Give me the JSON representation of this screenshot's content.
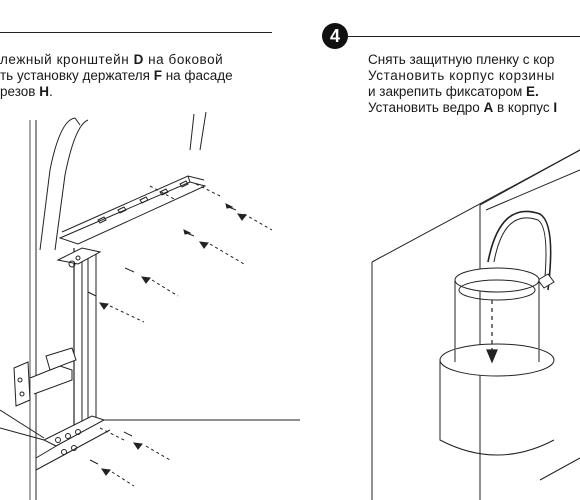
{
  "step_left": {
    "line1_pre": "лежный кронштейн ",
    "line1_b": "D",
    "line1_post": " на боковой",
    "line2_pre": "ть установку держателя ",
    "line2_b": "F",
    "line2_post": " на фасаде",
    "line3_pre": "резов ",
    "line3_b": "H",
    "line3_post": "."
  },
  "step_right": {
    "number": "4",
    "line1": "Снять защитную пленку с кор",
    "line2": "Установить корпус корзины",
    "line3_pre": "и закрепить фиксатором ",
    "line3_b": "E.",
    "line4_pre": "Установить ведро ",
    "line4_b": "A",
    "line4_mid": " в корпус ",
    "line4_b2": "I"
  }
}
